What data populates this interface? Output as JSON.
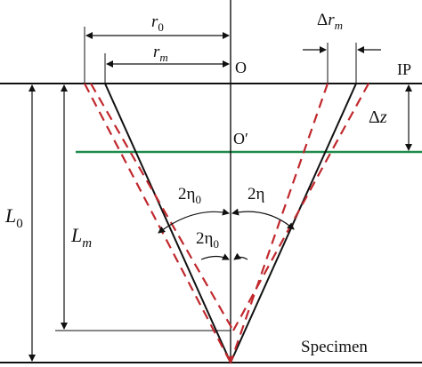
{
  "diagram": {
    "labels": {
      "r0_base": "r",
      "r0_sub": "0",
      "rm_base": "r",
      "rm_sub": "m",
      "drm_delta": "Δ",
      "drm_base": "r",
      "drm_sub": "m",
      "O": "O",
      "O_prime": "O′",
      "IP": "IP",
      "dz_delta": "Δ",
      "dz_base": "z",
      "L0_base": "L",
      "L0_sub": "0",
      "Lm_base": "L",
      "Lm_sub": "m",
      "two_eta0_upper_base": "2η",
      "two_eta0_upper_sub": "0",
      "two_eta": "2η",
      "two_eta0_lower_base": "2η",
      "two_eta0_lower_sub": "0",
      "specimen": "Specimen"
    },
    "colors": {
      "line": "#111111",
      "dashed_cone": "#c0282d",
      "plane_Oprime": "#1f8a4c"
    }
  }
}
